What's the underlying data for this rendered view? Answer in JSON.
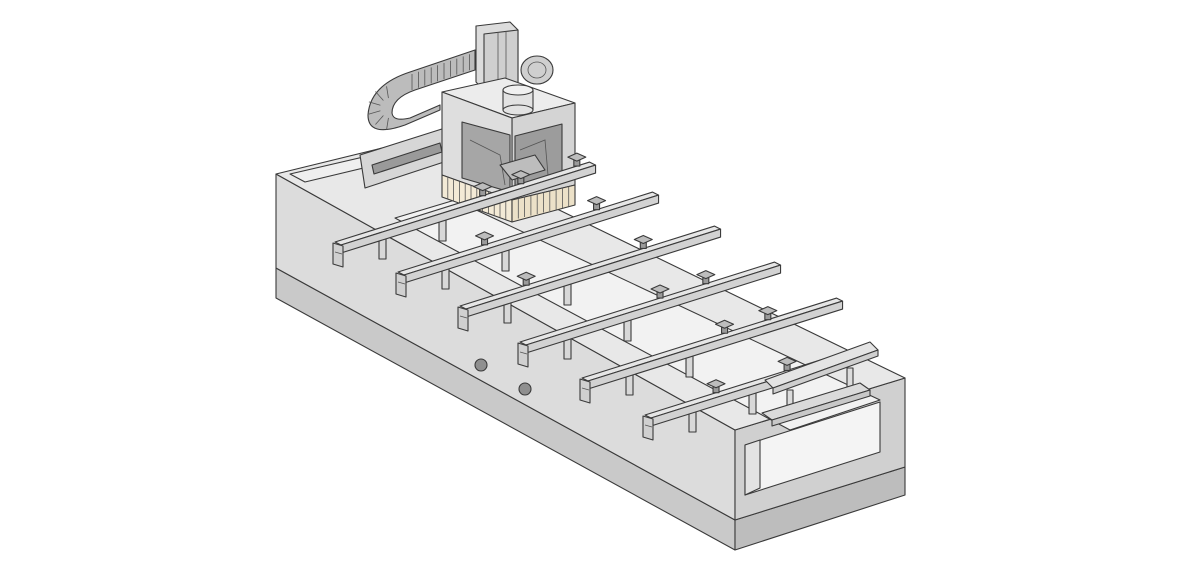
{
  "figure": {
    "subject": "cnc-machining-center",
    "colors": {
      "base_top": "#e6e6e6",
      "base_left": "#d9d9d9",
      "base_right": "#cfcfcf",
      "plinth": "#c9c9c9",
      "rail": "#dcdcdc",
      "head_top": "#ececec",
      "head_front": "#d2d2d2",
      "head_window": "#a9a9a9",
      "collet": "#f2ead9",
      "chain": "#b9b9b9",
      "outline": "#3a3a3a"
    },
    "console_count": 6,
    "suction_cup_count": 14
  }
}
